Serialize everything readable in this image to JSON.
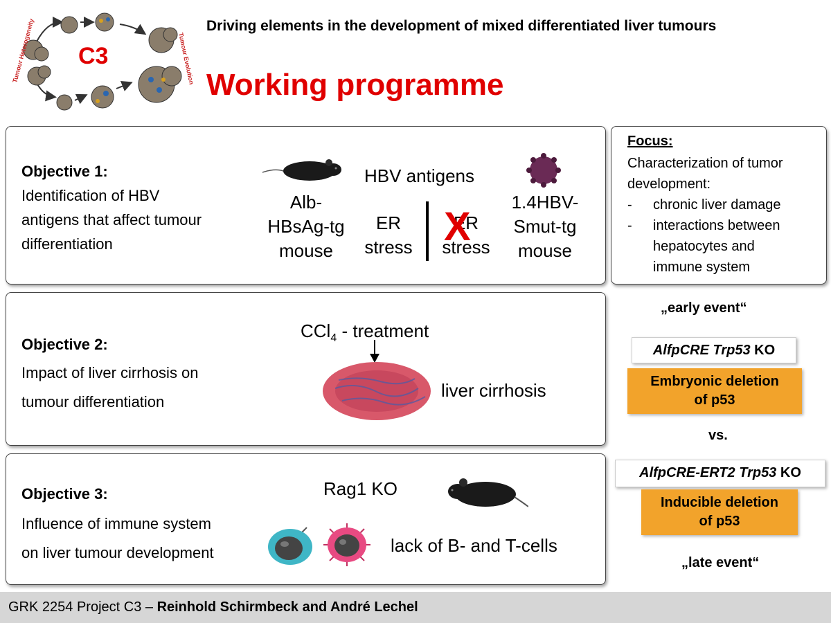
{
  "header": {
    "logo_label": "C3",
    "logo_arc_left": "Tumour Heterogeneity",
    "logo_arc_right": "Tumour Evolution",
    "subtitle": "Driving elements in the development of mixed differentiated liver tumours",
    "title": "Working programme"
  },
  "objective1": {
    "heading": "Objective 1:",
    "lines": [
      "Identification of HBV",
      "antigens that affect tumour",
      "differentiation"
    ],
    "hbv_antigens": "HBV antigens",
    "alb_lines": [
      "Alb-",
      "HBsAg-tg",
      "mouse"
    ],
    "er_stress_lines": [
      "ER",
      "stress"
    ],
    "er_stress_crossed_lines": [
      "ER",
      "stress"
    ],
    "cross_mark": "X",
    "hbv_smut_lines": [
      "1.4HBV-",
      "Smut-tg",
      "mouse"
    ]
  },
  "focus": {
    "title": "Focus:",
    "lines": [
      "Characterization of tumor",
      "development:"
    ],
    "bullets": [
      {
        "dash": "-",
        "text": "chronic liver damage"
      },
      {
        "dash": "-",
        "text": "interactions between"
      }
    ],
    "bullet_continuation": [
      "hepatocytes and",
      "immune system"
    ]
  },
  "objective2": {
    "heading": "Objective 2:",
    "lines": [
      "Impact of liver cirrhosis on",
      "tumour differentiation"
    ],
    "ccl_prefix": "CCl",
    "ccl_sub": "4",
    "ccl_suffix": " - treatment",
    "liver_cirrhosis": "liver cirrhosis"
  },
  "objective3": {
    "heading": "Objective 3:",
    "lines": [
      "Influence of immune system",
      "on liver tumour development"
    ],
    "rag1": "Rag1 KO",
    "lack": "lack of B- and T-cells"
  },
  "side": {
    "early_event": "„early event“",
    "alfp1_italic": "AlfpCRE Trp53",
    "alfp1_ko": " KO",
    "embryonic_lines": [
      "Embryonic deletion",
      "of p53"
    ],
    "vs": "vs.",
    "alfp2_italic": "AlfpCRE-ERT2 Trp53",
    "alfp2_ko": " KO",
    "inducible_lines": [
      "Inducible deletion",
      "of p53"
    ],
    "late_event": "„late event“"
  },
  "footer": {
    "prefix": "GRK 2254 Project C3 – ",
    "authors": "Reinhold Schirmbeck and André Lechel"
  },
  "colors": {
    "title_red": "#e00000",
    "orange": "#f2a32b",
    "footer_gray": "#d6d6d6"
  }
}
